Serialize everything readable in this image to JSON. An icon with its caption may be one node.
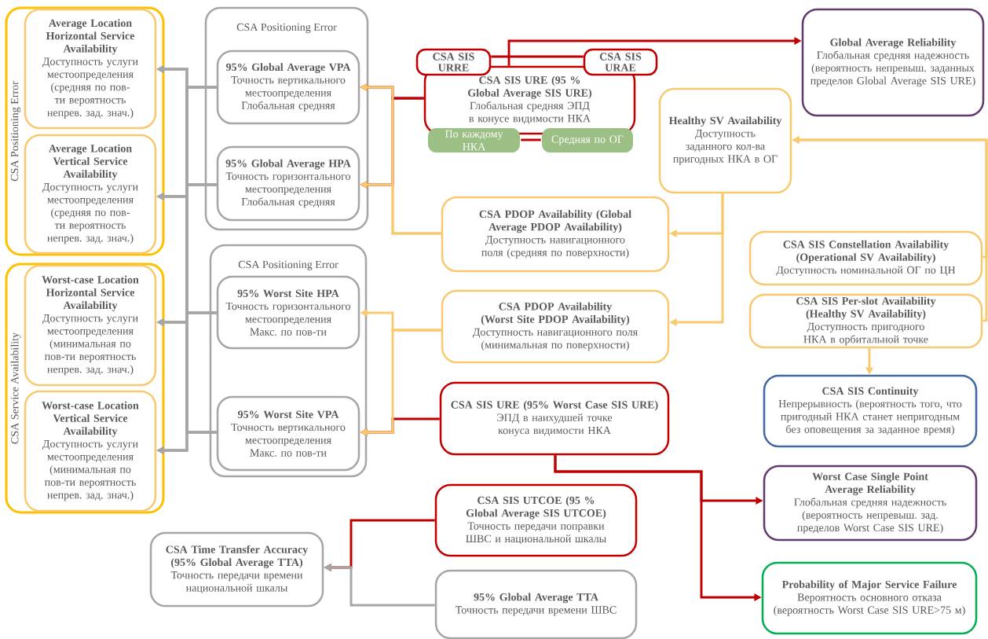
{
  "diagram": {
    "nodes": [
      {
        "text": [
          "CSA Positioning Error"
        ]
      },
      {
        "text": [
          "Average Location Horizontal Service Availability",
          "Доступность услуги местоопределения (средняя по пов-ти вероятность непрев. зад. знач.)"
        ],
        "in": 0
      },
      {
        "text": [
          "Average Location Vertical Service Availability",
          "Доступность услуги местоопределения (средняя по пов-ти вероятность непрев. зад. знач.)"
        ],
        "in": 0
      },
      {
        "text": [
          "CSA Service Availability"
        ]
      },
      {
        "text": [
          "Worst-case Location Horizontal Service Availability",
          "Доступность услуги местоопределения (минимальная по пов-ти вероятность непрев. зад. знач.)"
        ],
        "in": 3
      },
      {
        "text": [
          "Worst-case Location Vertical Service Availability",
          "Доступность услуги местоопределения (минимальная по пов-ти вероятность непрев. зад. знач.)"
        ],
        "in": 3
      },
      {
        "text": [
          "CSA Positioning Error"
        ]
      },
      {
        "text": [
          "**95% Global Average VPA** Точность вертикального местоопределения Глобальная средняя"
        ],
        "in": 6
      },
      {
        "text": [
          "**95% Global Average HPA** Точность горизонтального местоопределения Глобальная средняя"
        ],
        "in": 6
      },
      {
        "text": [
          "CSA Positioning Error"
        ]
      },
      {
        "text": [
          "95% Worst Site HPA",
          "Точность горизонтального местоопределения Макс. по пов-ти"
        ],
        "in": 9
      },
      {
        "text": [
          "95% Worst Site VPA",
          "Точность вертикального местоопределения Макс. по пов-ти"
        ],
        "in": 9
      },
      {
        "text": [
          "CSA SIS URE (95 % Global Average SIS URE)",
          "Глобальная средняя ЭПД в конусе видимости НКА"
        ]
      },
      {
        "text": [
          "CSA SIS URRE"
        ]
      },
      {
        "text": [
          "CSA SIS URAE"
        ]
      },
      {
        "text": [
          "По каждому НКА"
        ]
      },
      {
        "text": [
          "Средняя по ОГ"
        ]
      },
      {
        "text": [
          "Global Average Reliability",
          "Глобальная средняя надежность (вероятность непревыш. заданных пределов Global Average SIS URE)"
        ]
      },
      {
        "text": [
          "Healthy SV Availability",
          "Доступность заданного кол-ва пригодных НКА в ОГ"
        ]
      },
      {
        "text": [
          "CSA PDOP Availability (Global Average PDOP Availability)",
          "Доступность навигационного поля (средняя по поверхности)"
        ]
      },
      {
        "text": [
          "CSA PDOP Availability (Worst Site PDOP Availability)",
          "Доступность навигационного поля (минимальная по поверхности)"
        ]
      },
      {
        "text": [
          "CSA SIS Constellation Availability (Operational SV Availability)",
          "Доступность номинальной ОГ по ЦН"
        ]
      },
      {
        "text": [
          "CSA SIS Per-slot Availability (Healthy SV Availability)",
          "Доступность пригодного НКА в орбитальной точке"
        ]
      },
      {
        "text": [
          "CSA SIS Continuity",
          "Непрерывность (вероятность того, что пригодный НКА станет непригодным без оповещения за заданное время)"
        ]
      },
      {
        "text": [
          "CSA SIS URE (95% Worst Case SIS URE)",
          "ЭПД в наихудшей точке конуса видимости НКА"
        ]
      },
      {
        "text": [
          "Worst Case Single Point Average Reliability",
          "Глобальная средняя надежность (вероятность непревыш. зад. пределов Worst Case SIS URE)"
        ]
      },
      {
        "text": [
          "Probability of Major Service Failure",
          "Вероятность основного отказа (вероятность Worst Case SIS URE>75 м)"
        ]
      },
      {
        "text": [
          "CSA SIS UTCOE (95 % Global Average SIS UTCOE)",
          "Точность передачи поправки ШВС и национальной шкалы"
        ]
      },
      {
        "text": [
          "CSA Time Transfer Accuracy (95% Global Average TTA)",
          "Точность передачи времени национальной шкалы"
        ]
      },
      {
        "text": [
          "95% Global Average TTA",
          "Точность передачи времени ШВС"
        ]
      }
    ],
    "edges": [
      {
        "from": 7,
        "to": 1,
        "arrow": "to"
      },
      {
        "from": 7,
        "to": 2,
        "arrow": "to"
      },
      {
        "from": 7,
        "to": 4,
        "arrow": "to"
      },
      {
        "from": 7,
        "to": 5,
        "arrow": "to"
      },
      {
        "from": 8,
        "to": 1,
        "arrow": "to"
      },
      {
        "from": 8,
        "to": 2,
        "arrow": "to"
      },
      {
        "from": 8,
        "to": 4,
        "arrow": "to"
      },
      {
        "from": 8,
        "to": 5,
        "arrow": "to"
      },
      {
        "from": 10,
        "to": 1,
        "arrow": "to"
      },
      {
        "from": 10,
        "to": 2,
        "arrow": "to"
      },
      {
        "from": 10,
        "to": 4,
        "arrow": "to"
      },
      {
        "from": 10,
        "to": 5,
        "arrow": "to"
      },
      {
        "from": 11,
        "to": 1,
        "arrow": "to"
      },
      {
        "from": 11,
        "to": 2,
        "arrow": "to"
      },
      {
        "from": 11,
        "to": 4,
        "arrow": "to"
      },
      {
        "from": 11,
        "to": 5,
        "arrow": "to"
      },
      {
        "from": 12,
        "to": 7,
        "arrow": "to",
        "color": "#c00000"
      },
      {
        "from": 12,
        "to": 8,
        "arrow": "to",
        "color": "#c00000"
      },
      {
        "from": 24,
        "to": 11,
        "arrow": "to",
        "color": "#c00000"
      },
      {
        "from": 19,
        "to": 7,
        "arrow": "to",
        "color": "#f8c96f"
      },
      {
        "from": 19,
        "to": 8,
        "arrow": "to",
        "color": "#f8c96f"
      },
      {
        "from": 20,
        "to": 10,
        "arrow": "to",
        "color": "#f8c96f"
      },
      {
        "from": 20,
        "to": 11,
        "arrow": "to",
        "color": "#f8c96f"
      },
      {
        "from": 18,
        "to": 19,
        "arrow": "to",
        "color": "#f8c96f"
      },
      {
        "from": 18,
        "to": 20,
        "arrow": "to",
        "color": "#f8c96f"
      },
      {
        "from": 21,
        "to": 18,
        "arrow": "to",
        "color": "#f8c96f"
      },
      {
        "from": 22,
        "to": 18,
        "arrow": "to",
        "color": "#f8c96f"
      },
      {
        "from": 22,
        "to": 23,
        "arrow": "to",
        "color": "#f8c96f"
      },
      {
        "from": 12,
        "to": 17,
        "arrow": "to",
        "color": "#c00000"
      },
      {
        "from": 13,
        "to": 14,
        "arrow": "none",
        "color": "#c00000"
      },
      {
        "from": 15,
        "to": 16,
        "arrow": "none",
        "color": "#c00000"
      },
      {
        "from": 24,
        "to": 25,
        "arrow": "to",
        "color": "#c00000"
      },
      {
        "from": 24,
        "to": 26,
        "arrow": "to",
        "color": "#c00000"
      },
      {
        "from": 27,
        "to": 28,
        "arrow": "to",
        "color": "#c00000"
      },
      {
        "from": 29,
        "to": 28,
        "arrow": "to"
      }
    ]
  }
}
